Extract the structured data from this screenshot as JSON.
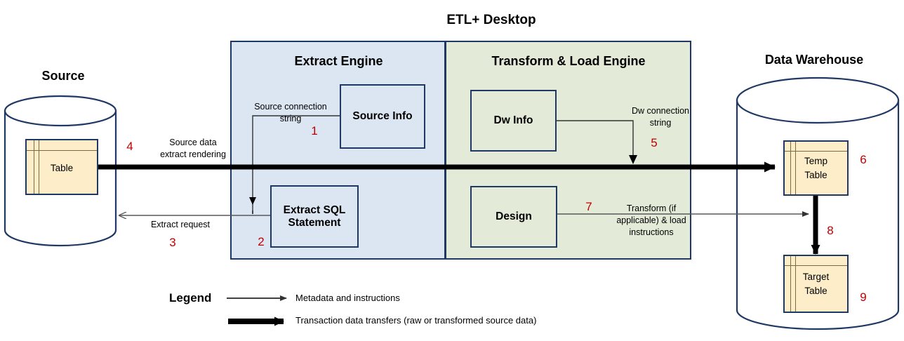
{
  "diagram": {
    "title": "ETL+ Desktop",
    "source": {
      "title": "Source",
      "table_label": "Table"
    },
    "warehouse": {
      "title": "Data Warehouse",
      "temp_table_label": "Temp\nTable",
      "temp_table_line1": "Temp",
      "temp_table_line2": "Table",
      "target_table_line1": "Target",
      "target_table_line2": "Table"
    },
    "panels": [
      {
        "id": "extract-engine",
        "title": "Extract Engine",
        "color": "#dce6f2"
      },
      {
        "id": "transform-load-engine",
        "title": "Transform & Load Engine",
        "color": "#e3ebd8"
      }
    ],
    "boxes": {
      "source_info": "Source Info",
      "extract_sql_line1": "Extract SQL",
      "extract_sql_line2": "Statement",
      "dw_info": "Dw Info",
      "design": "Design"
    },
    "annotations": {
      "source_connection_line1": "Source connection",
      "source_connection_line2": "string",
      "source_data_line1": "Source data",
      "source_data_line2": "extract rendering",
      "extract_request": "Extract request",
      "dw_connection_line1": "Dw connection",
      "dw_connection_line2": "string",
      "transform_line1": "Transform (if",
      "transform_line2": "applicable) & load",
      "transform_line3": "instructions"
    },
    "step_numbers": {
      "n1": "1",
      "n2": "2",
      "n3": "3",
      "n4": "4",
      "n5": "5",
      "n6": "6",
      "n7": "7",
      "n8": "8",
      "n9": "9"
    },
    "legend": {
      "title": "Legend",
      "items": [
        {
          "style": "thin-arrow",
          "text": "Metadata and instructions"
        },
        {
          "style": "thick-arrow",
          "text": "Transaction data transfers (raw or transformed  source data)"
        }
      ]
    },
    "colors": {
      "stroke_navy": "#1f3864",
      "number_red": "#c00000",
      "panel_blue": "#dce6f2",
      "panel_green": "#e3ebd8",
      "table_fill": "#fdeec9",
      "thin_arrow": "#595959",
      "thick_arrow": "#000000"
    }
  }
}
